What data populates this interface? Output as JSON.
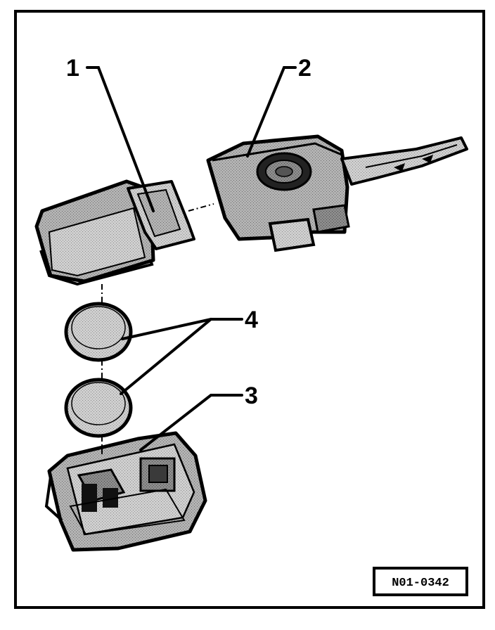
{
  "callouts": {
    "c1": "1",
    "c2": "2",
    "c3": "3",
    "c4": "4"
  },
  "figure_ref": "N01-0342",
  "colors": {
    "ink": "#000000",
    "paper": "#ffffff",
    "shade": "#a6a6a6",
    "shade_light": "#c4c4c4",
    "shade_dark": "#6e6e6e"
  }
}
